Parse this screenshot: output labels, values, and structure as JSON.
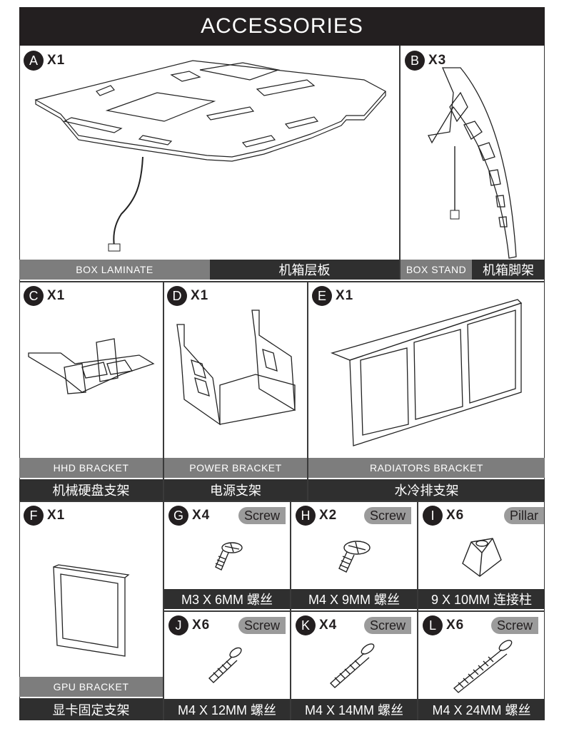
{
  "header": {
    "title": "ACCESSORIES"
  },
  "items": {
    "A": {
      "letter": "A",
      "qty": "X1",
      "label_en": "BOX LAMINATE",
      "label_cn": "机箱层板"
    },
    "B": {
      "letter": "B",
      "qty": "X3",
      "label_en": "BOX STAND",
      "label_cn": "机箱脚架"
    },
    "C": {
      "letter": "C",
      "qty": "X1",
      "label_en": "HHD BRACKET",
      "label_cn": "机械硬盘支架"
    },
    "D": {
      "letter": "D",
      "qty": "X1",
      "label_en": "POWER BRACKET",
      "label_cn": "电源支架"
    },
    "E": {
      "letter": "E",
      "qty": "X1",
      "label_en": "RADIATORS BRACKET",
      "label_cn": "水冷排支架"
    },
    "F": {
      "letter": "F",
      "qty": "X1",
      "label_en": "GPU BRACKET",
      "label_cn": "显卡固定支架"
    },
    "G": {
      "letter": "G",
      "qty": "X4",
      "type": "Screw",
      "label_cn": "M3 X 6MM 螺丝"
    },
    "H": {
      "letter": "H",
      "qty": "X2",
      "type": "Screw",
      "label_cn": "M4 X 9MM 螺丝"
    },
    "I": {
      "letter": "I",
      "qty": "X6",
      "type": "Pillar",
      "label_cn": "9 X 10MM 连接柱"
    },
    "J": {
      "letter": "J",
      "qty": "X6",
      "type": "Screw",
      "label_cn": "M4 X 12MM 螺丝"
    },
    "K": {
      "letter": "K",
      "qty": "X4",
      "type": "Screw",
      "label_cn": "M4 X 14MM 螺丝"
    },
    "L": {
      "letter": "L",
      "qty": "X6",
      "type": "Screw",
      "label_cn": "M4 X 24MM 螺丝"
    }
  }
}
